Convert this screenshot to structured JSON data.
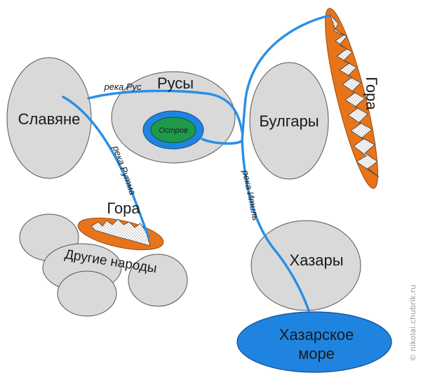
{
  "diagram": {
    "nodes": {
      "slavyane": "Славяне",
      "rusy": "Русы",
      "ostrov": "Остров",
      "bulgary": "Булгары",
      "gora_left": "Гора",
      "gora_right": "Гора",
      "drugie": "Другие народы",
      "khazary": "Хазары",
      "khazar_sea_line1": "Хазарское",
      "khazar_sea_line2": "море"
    },
    "rivers": {
      "rus": "река Рус",
      "rutma": "река Рутма",
      "itil": "река Итиль"
    },
    "colors": {
      "region": "#d9d9d9",
      "river": "#2a8ee6",
      "sea": "#1f84e0",
      "island_ring": "#1f84e0",
      "island": "#1f9a4a",
      "mountain": "#e8741a"
    },
    "watermark": "© nikolai.chubrik.ru"
  }
}
